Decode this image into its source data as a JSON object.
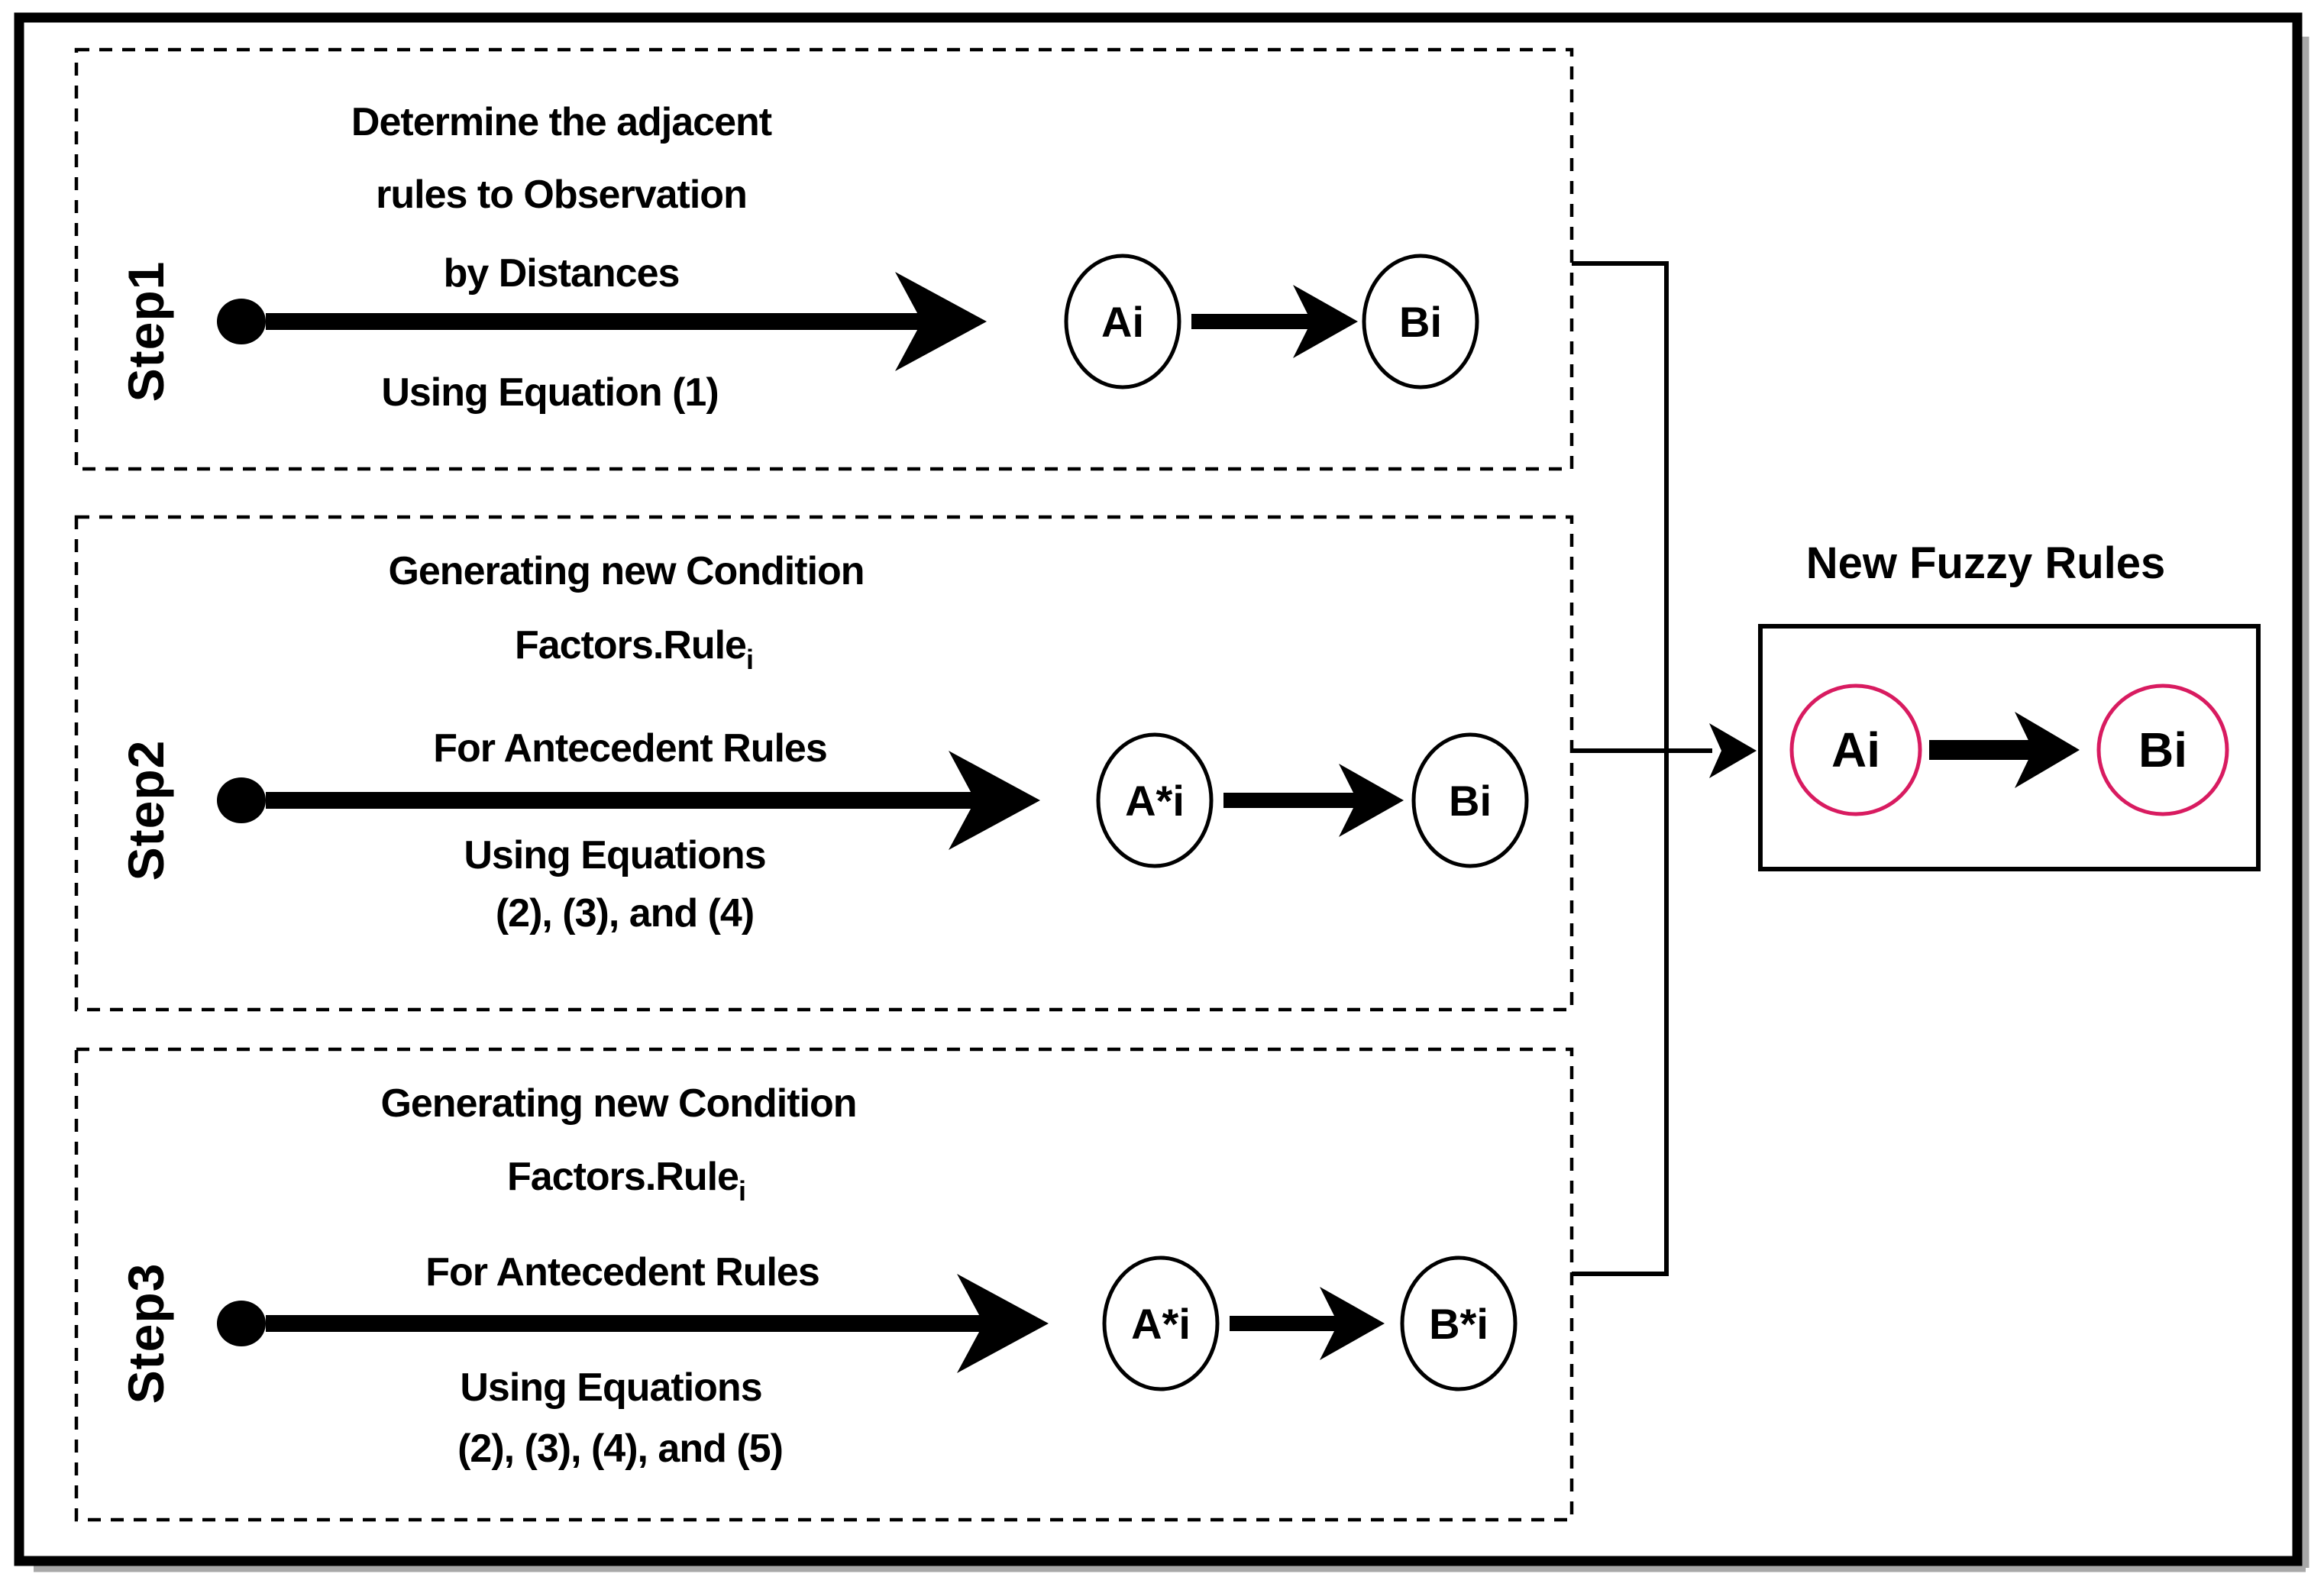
{
  "figure": {
    "colors": {
      "pink": "#D81B60",
      "line": "#000000"
    },
    "steps": [
      {
        "label": "Step1",
        "line1": "Determine the adjacent",
        "line2": "rules to Observation",
        "line3": "by Distances",
        "below1": "Using Equation (1)",
        "from_node": "Ai",
        "to_node": "Bi"
      },
      {
        "label": "Step2",
        "line1": "Generating new Condition",
        "line2_main": "Factors.Rule",
        "line2_sub": "i",
        "line3": "For Antecedent Rules",
        "below1": "Using Equations",
        "below2": "(2), (3), and (4)",
        "from_node": "A*i",
        "to_node": "Bi"
      },
      {
        "label": "Step3",
        "line1": "Generating new Condition",
        "line2_main": "Factors.Rule",
        "line2_sub": "i",
        "line3": "For Antecedent Rules",
        "below1": "Using Equations",
        "below2": "(2), (3), (4), and (5)",
        "from_node": "A*i",
        "to_node": "B*i"
      }
    ],
    "output": {
      "title": "New Fuzzy Rules",
      "from_node": "Ai",
      "to_node": "Bi"
    }
  }
}
